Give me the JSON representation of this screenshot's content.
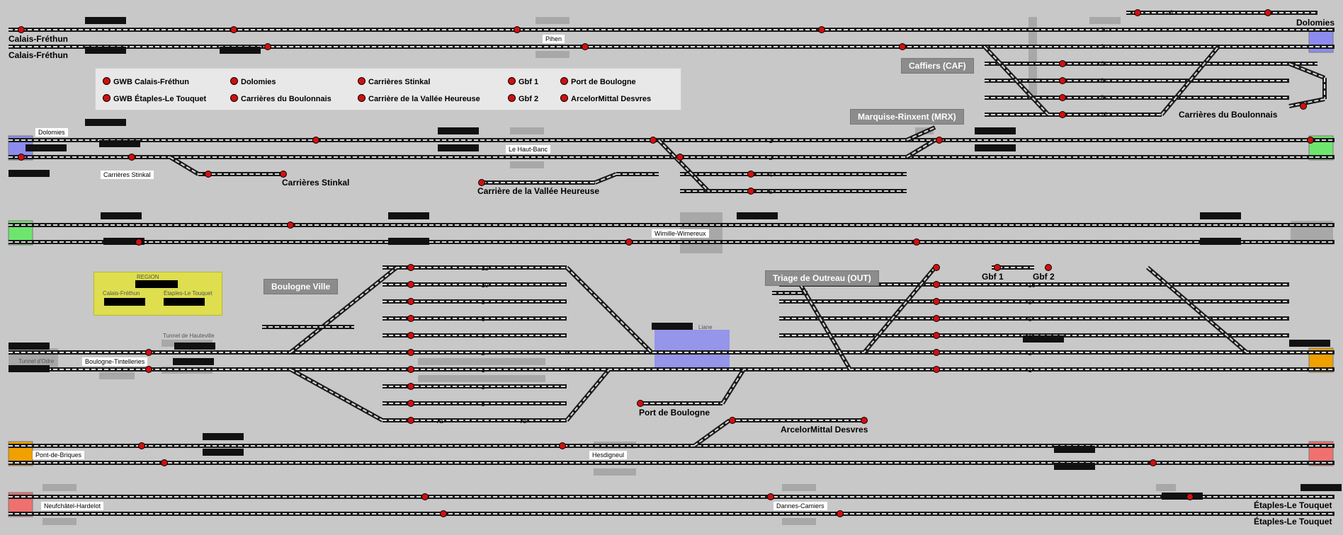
{
  "legend": {
    "items": [
      "GWB Calais-Fréthun",
      "GWB Étaples-Le Touquet",
      "Dolomies",
      "Carrières du Boulonnais",
      "Carrières Stinkal",
      "Carrière de la Vallée Heureuse",
      "Gbf 1",
      "Gbf 2",
      "Port de Boulogne",
      "ArcelorMittal Desvres"
    ]
  },
  "region_box": {
    "title": "REGION",
    "left": "Calais-Fréthun",
    "right": "Étaples-Le Touquet"
  },
  "headers": {
    "caffiers": "Caffiers (CAF)",
    "marquise": "Marquise-Rinxent (MRX)",
    "boulogne": "Boulogne Ville",
    "outreau": "Triage de Outreau (OUT)"
  },
  "labels": {
    "calais_1": "Calais-Fréthun",
    "calais_2": "Calais-Fréthun",
    "dolomies_top": "Dolomies",
    "pihen": "Pihen",
    "carrieres_boulonnais": "Carrières du Boulonnais",
    "dolomies_left": "Dolomies",
    "carrieres_stinkal_small": "Carrières Stinkal",
    "carrieres_stinkal": "Carrières Stinkal",
    "le_haut_banc": "Le Haut-Banc",
    "vallee_heureuse": "Carrière de la Vallée Heureuse",
    "wimille": "Wimille-Wimereux",
    "tunnel_hauteville": "Tunnel de Hauteville",
    "tunnel_odre": "Tunnel d'Odre",
    "tintelleries": "Boulogne-Tintelleries",
    "liane": "Liane",
    "port_boulogne": "Port de Boulogne",
    "arcelor": "ArcelorMittal Desvres",
    "gbf1": "Gbf 1",
    "gbf2": "Gbf 2",
    "pont_de_briques": "Pont-de-Briques",
    "hesdigneul": "Hesdigneul",
    "neufchatel": "Neufchâtel-Hardelot",
    "dannes": "Dannes-Camiers",
    "etaples_1": "Étaples-Le Touquet",
    "etaples_2": "Étaples-Le Touquet"
  },
  "track_numbers": {
    "caf_1": "- 1 -",
    "caf_2": "- 2 -",
    "caf_3": "- 3 -",
    "caf_4": "- 4 -",
    "caf_6": "- 6 -",
    "caf_8": "- 8 -",
    "caf_10": "- 10 -",
    "mrx_1": "- 1 -",
    "mrx_2": "- 2 -",
    "mrx_4": "- 4 -",
    "mrx_6": "- 6 -",
    "bv_12": "- 12 -",
    "bv_10": "- 10 -",
    "bv_8": "- 8 -",
    "bv_6": "- 6 -",
    "bv_4": "- 4 -",
    "bv_2": "- 2 -",
    "bv_1": "- 1 -",
    "bv_3": "- 3 -",
    "bv_5": "- 5 -",
    "bv_7a": "- 7a -",
    "bv_7b": "- 7b -",
    "out_10": "- 10 -",
    "out_8": "- 8 -",
    "out_6": "- 6 -",
    "out_4": "- 4 -",
    "out_2": "- 2 -",
    "out_1": "- 1 -"
  },
  "colors": {
    "background": "#c8c8c8",
    "signal_red": "#d01010",
    "calais_end": "#8c8cf0",
    "dolomies_end": "#8c8cf0",
    "wimille_end": "#6ee66e",
    "boulogne_end": "#f0a000",
    "etaples_end": "#f07070",
    "port_highlight": "#8c8cf0"
  }
}
